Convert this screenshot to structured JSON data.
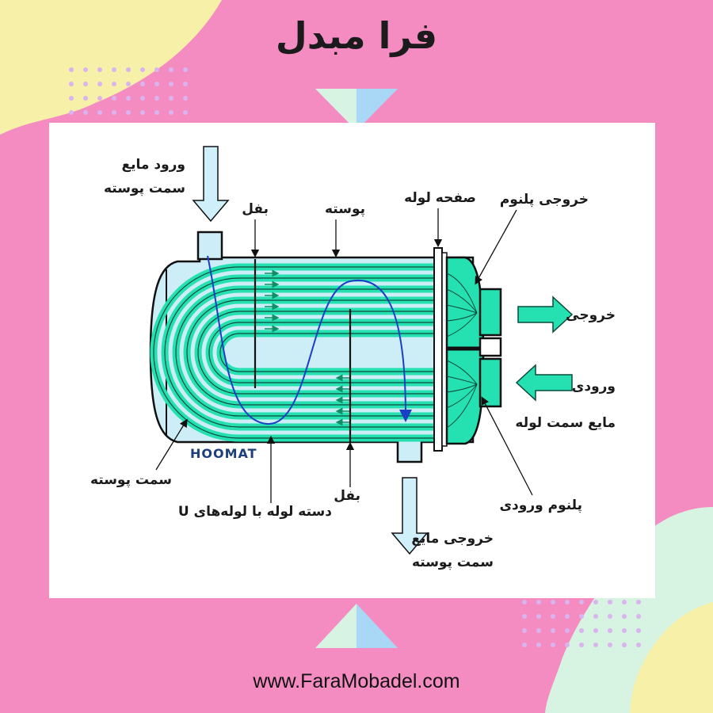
{
  "header": {
    "title": "فرا مبدل"
  },
  "footer": {
    "url": "www.FaraMobadel.com"
  },
  "watermark": {
    "text": "HOOMAT"
  },
  "diagram": {
    "labels": {
      "shell_inlet": [
        "ورود مایع",
        "سمت پوسته"
      ],
      "baffle_top": "بفل",
      "shell": "پوسته",
      "tube_sheet": "صفحه لوله",
      "outlet_plenum": "خروجی پلنوم",
      "outlet": "خروجی",
      "inlet": "ورودی",
      "tube_side_fluid": "مایع سمت لوله",
      "shell_side": "سمت پوسته",
      "u_tube_bundle": "دسته لوله با لوله‌های U",
      "baffle_bottom": "بفل",
      "inlet_plenum": "پلنوم ورودی",
      "shell_outlet": [
        "خروجی مایع",
        "سمت پوسته"
      ]
    },
    "colors": {
      "tube": "#25e0b0",
      "shell_fill": "#cdeef7",
      "flow_line": "#1a3fc4",
      "arrow_fill": "#cfeffb"
    }
  },
  "theme": {
    "background": "#f58cc1",
    "accent_yellow": "#f7f0a8",
    "accent_mint": "#d7f3e2",
    "accent_blue": "#a9d8f6"
  }
}
